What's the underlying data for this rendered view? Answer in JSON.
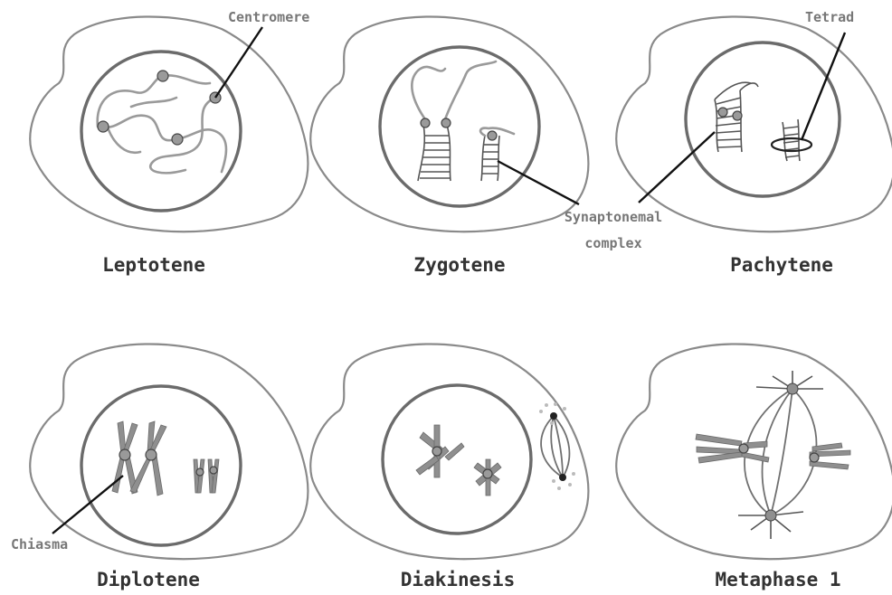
{
  "stages": [
    "Leptotene",
    "Zygotene",
    "Pachytene",
    "Diplotene",
    "Diakinesis",
    "Metaphase 1"
  ],
  "callouts": {
    "centromere": "Centromere",
    "tetrad": "Tetrad",
    "synaptonemal_line1": "Synaptonemal",
    "synaptonemal_line2": "complex",
    "chiasma": "Chiasma"
  },
  "colors": {
    "cell_outline": "#8a8a8a",
    "nucleus_outline": "#6b6b6b",
    "label_text": "#333333",
    "callout_text": "#777777",
    "leader_line": "#111111"
  }
}
